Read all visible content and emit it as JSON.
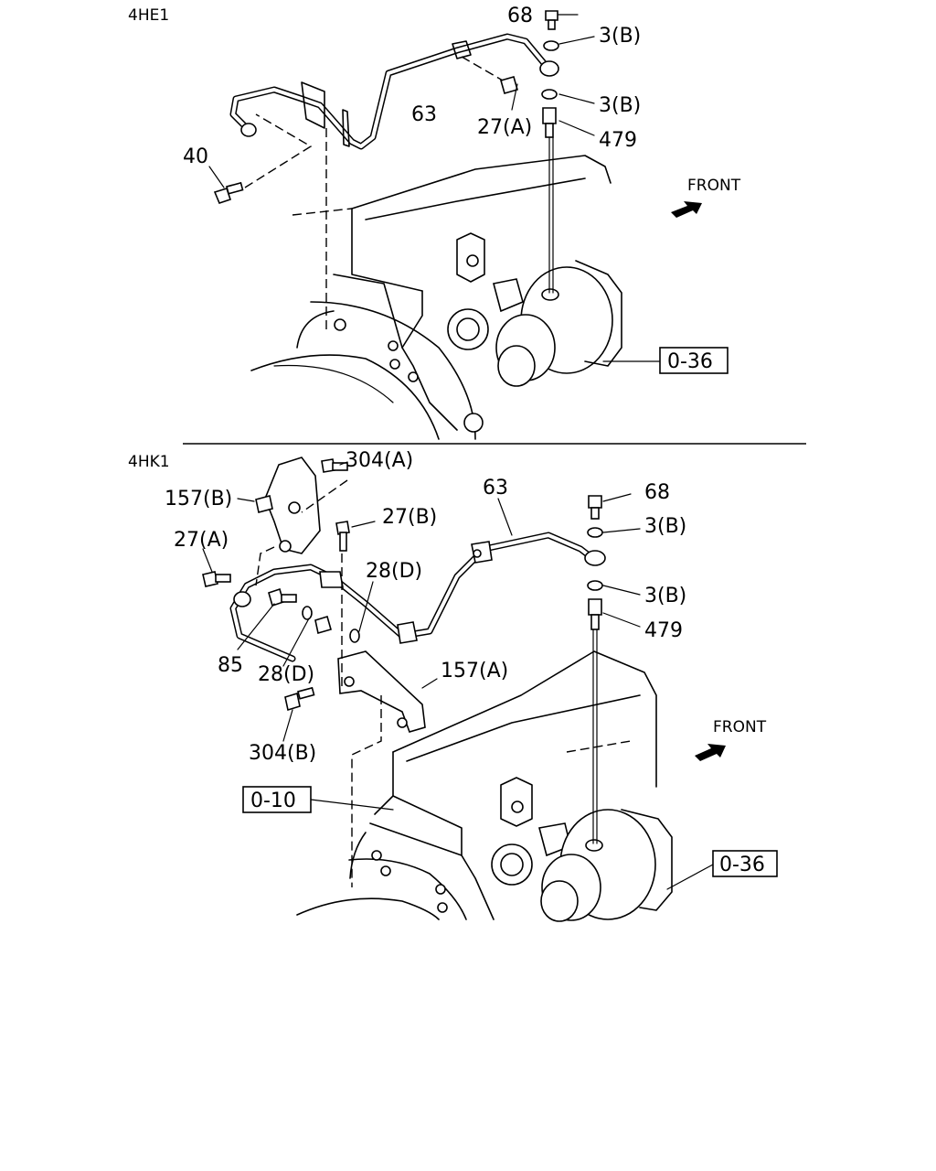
{
  "sections": {
    "top": {
      "model": "4HE1",
      "front": "FRONT",
      "labels": {
        "p68": "68",
        "p3b_a": "3(B)",
        "p3b_b": "3(B)",
        "p479": "479",
        "p63": "63",
        "p27a": "27(A)",
        "p40": "40"
      },
      "refs": {
        "r036": "0-36"
      }
    },
    "bottom": {
      "model": "4HK1",
      "front": "FRONT",
      "labels": {
        "p304a": "304(A)",
        "p157b": "157(B)",
        "p27a": "27(A)",
        "p27b": "27(B)",
        "p63": "63",
        "p68": "68",
        "p3b_a": "3(B)",
        "p28d_a": "28(D)",
        "p3b_b": "3(B)",
        "p479": "479",
        "p85": "85",
        "p28d_b": "28(D)",
        "p157a": "157(A)",
        "p304b": "304(B)"
      },
      "refs": {
        "r010": "0-10",
        "r036": "0-36"
      }
    }
  }
}
